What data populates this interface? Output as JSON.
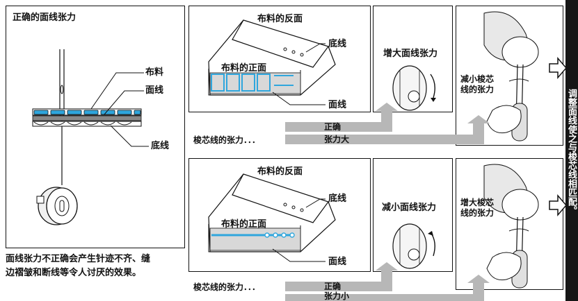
{
  "left_panel": {
    "title": "正确的面线张力",
    "label_fabric": "布料",
    "label_upper_thread": "面线",
    "label_bobbin_thread": "底线"
  },
  "caption": {
    "line1": "面线张力不正确会产生针迹不齐、缝",
    "line2": "边褶皱和断线等令人讨厌的效果。"
  },
  "row_top": {
    "fabric_back": "布料的反面",
    "fabric_front": "布料的正面",
    "bobbin_thread": "底线",
    "upper_thread": "面线",
    "upper_action": "增大面线张力",
    "bobbin_action_1": "减小梭芯",
    "bobbin_action_2": "线的张力",
    "bobbin_tension_label": "梭芯线的张力．．．",
    "bar_correct": "正确",
    "bar_state": "张力大"
  },
  "row_bottom": {
    "fabric_back": "布料的反面",
    "fabric_front": "布料的正面",
    "bobbin_thread": "底线",
    "upper_thread": "面线",
    "upper_action": "减小面线张力",
    "bobbin_action_1": "增大梭芯",
    "bobbin_action_2": "线的张力",
    "bobbin_tension_label": "梭芯线的张力．．．",
    "bar_correct": "正确",
    "bar_state": "张力小"
  },
  "sidebar": {
    "text": "调整面线使之与梭芯线相匹配。"
  },
  "colors": {
    "accent_blue": "#2fa6dd",
    "bar_gray": "#b7b7b7",
    "sidebar_black": "#161616"
  }
}
